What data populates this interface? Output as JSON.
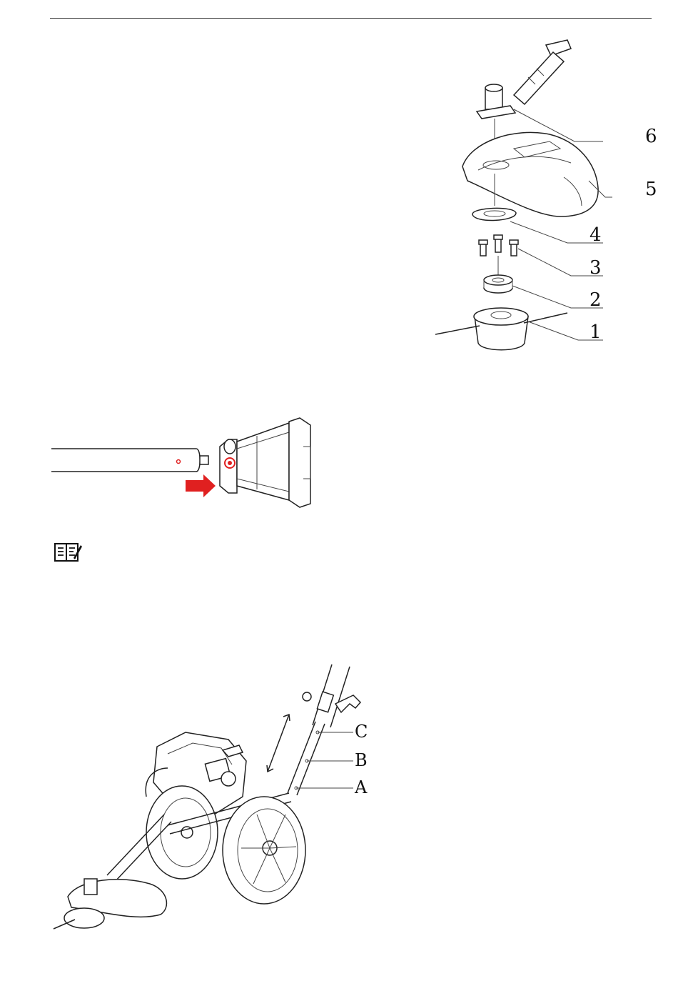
{
  "figure_head_assembly": {
    "callouts": [
      "6",
      "5",
      "4",
      "3",
      "2",
      "1"
    ]
  },
  "figure_shaft_connection": {
    "arrow_color": "#e02020",
    "marker_color": "#e02020"
  },
  "note": {
    "icon": "manual-note-icon"
  },
  "figure_handle_height": {
    "callouts": [
      "C",
      "B",
      "A"
    ]
  }
}
